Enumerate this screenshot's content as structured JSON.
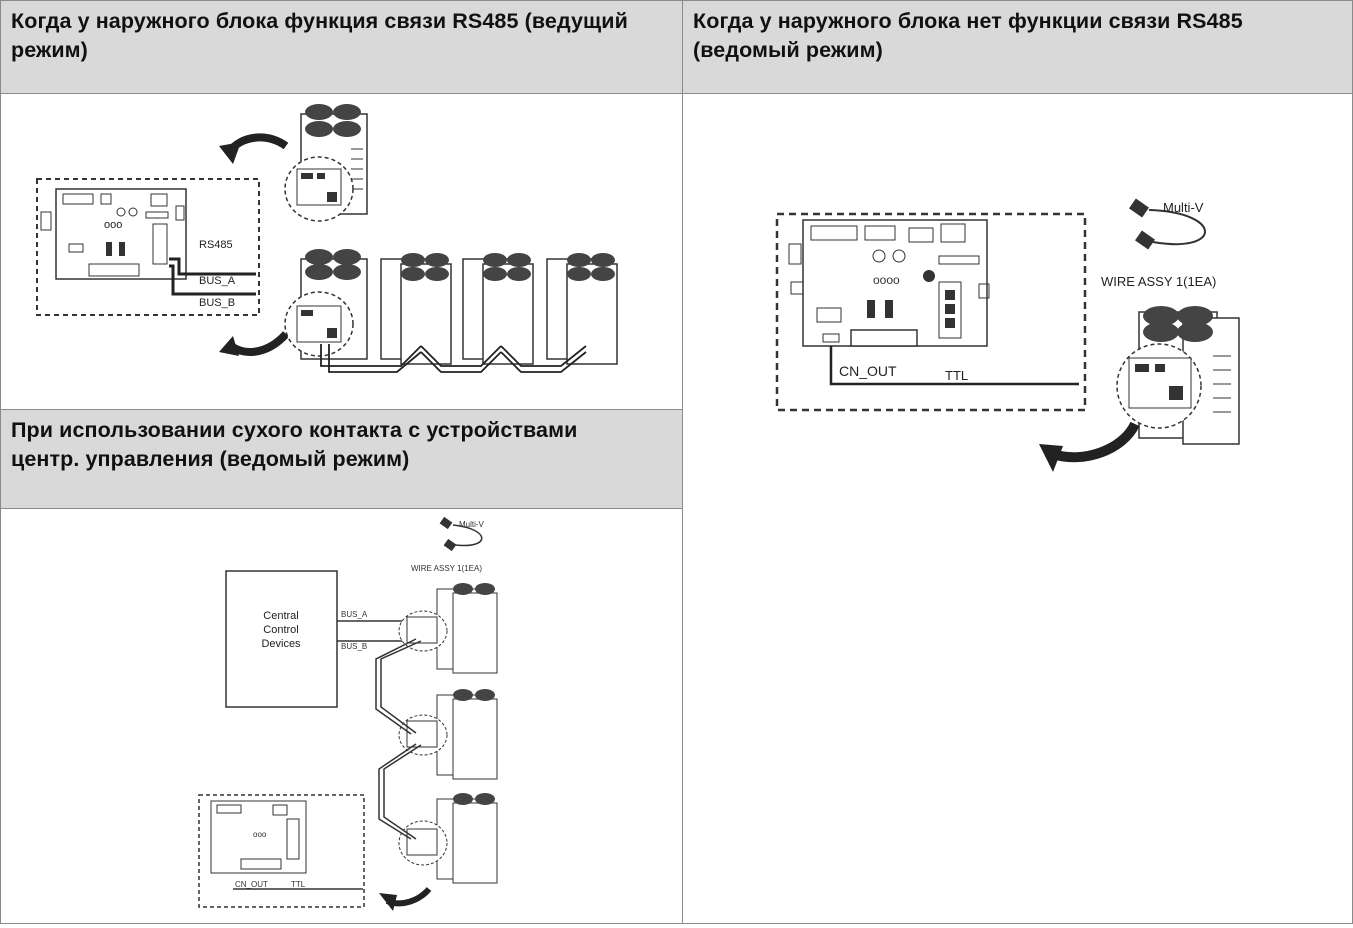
{
  "headers": {
    "master": "Когда у наружного блока функция связи RS485 (ведущий режим)",
    "slave": "Когда у наружного блока нет функции связи RS485 (ведомый режим)",
    "dry_contact": "При использовании сухого контакта с устройствами центр. управления (ведомый режим)"
  },
  "diagram_master": {
    "rs485": "RS485",
    "bus_a": "BUS_A",
    "bus_b": "BUS_B"
  },
  "diagram_slave": {
    "multi_v": "Multi-V",
    "wire_assy": "WIRE ASSY 1(1EA)",
    "cn_out": "CN_OUT",
    "ttl": "TTL"
  },
  "diagram_dry": {
    "multi_v": "Multi-V",
    "wire_assy": "WIRE ASSY 1(1EA)",
    "central_line1": "Central",
    "central_line2": "Control",
    "central_line3": "Devices",
    "bus_a": "BUS_A",
    "bus_b": "BUS_B",
    "cn_out": "CN_OUT",
    "ttl": "TTL"
  }
}
